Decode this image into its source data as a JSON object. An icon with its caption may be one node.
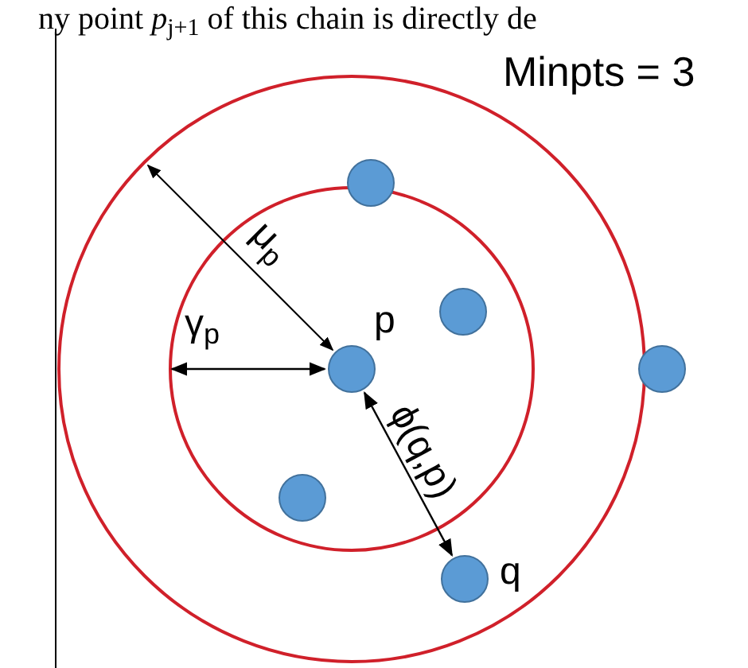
{
  "diagram": {
    "nodes": [
      {
        "text": [],
        "shape": "circle"
      },
      {
        "text": [],
        "shape": "circle"
      },
      {
        "text": [],
        "shape": "circle",
        "beside": [
          "p"
        ]
      },
      {
        "text": [],
        "shape": "circle"
      },
      {
        "text": [],
        "shape": "circle"
      },
      {
        "text": [],
        "shape": "circle",
        "beside": [
          "q"
        ]
      }
    ],
    "edges": [
      {
        "from": 2,
        "to": 5,
        "arrow": "both",
        "label": "ϕ(q,p)"
      }
    ],
    "labels": [
      "ny point *p*$_{j+1}$ of this chain is directly de",
      "Minpts = 3",
      "μ$_{p}$",
      "γ$_{p}$"
    ]
  }
}
